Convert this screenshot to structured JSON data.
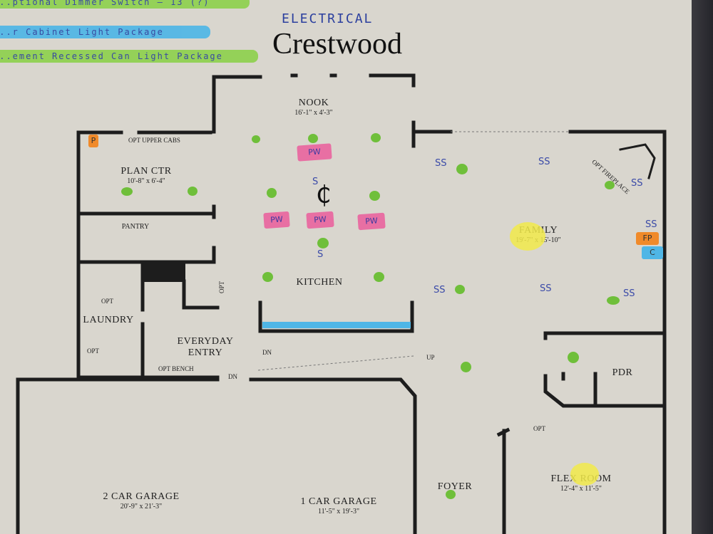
{
  "header": {
    "title": "Crestwood",
    "handwritten_label": "ELECTRICAL"
  },
  "highlights": [
    {
      "text": "...ptional Dimmer Switch – 13 (?)",
      "color": "#8fd14f"
    },
    {
      "text": "...r Cabinet Light Package",
      "color": "#4fb6e6"
    },
    {
      "text": "...ement Recessed Can Light Package",
      "color": "#8fd14f"
    }
  ],
  "rooms": {
    "nook": {
      "name": "NOOK",
      "dims": "16'-1\" x 4'-3\""
    },
    "plan_ctr": {
      "name": "PLAN CTR",
      "dims": "10'-8\" x 6'-4\""
    },
    "pantry": {
      "name": "PANTRY"
    },
    "kitchen": {
      "name": "KITCHEN"
    },
    "family": {
      "name": "FAMILY",
      "dims": "19'-7\" x 15'-10\""
    },
    "laundry": {
      "name": "LAUNDRY"
    },
    "everyday_entry": {
      "name": "EVERYDAY ENTRY"
    },
    "pdr": {
      "name": "PDR"
    },
    "garage_2": {
      "name": "2 CAR GARAGE",
      "dims": "20'-9\" x 21'-3\""
    },
    "garage_1": {
      "name": "1 CAR GARAGE",
      "dims": "11'-5\" x 19'-3\""
    },
    "foyer": {
      "name": "FOYER"
    },
    "flex_room": {
      "name": "FLEX ROOM",
      "dims": "12'-4\" x 11'-5\""
    }
  },
  "notes": {
    "opt_upper_cabs": "OPT UPPER CABS",
    "opt_fireplace": "OPT FIREPLACE",
    "opt": "OPT",
    "opt_bench": "OPT BENCH",
    "dn": "DN",
    "up": "UP"
  },
  "annotations": {
    "pw": "PW",
    "ss": "SS",
    "s_single": "S",
    "ceiling_fan": "₵",
    "fp": "FP",
    "c": "C",
    "p": "P"
  },
  "colors": {
    "light_marker": "#6fbf3a",
    "pendant_marker": "#e86fa3",
    "cabinet_light": "#4fb6e6",
    "fan_marker": "#f1ea4a",
    "handwriting": "#2b3f9e",
    "outlet_marker": "#f08a2a"
  }
}
